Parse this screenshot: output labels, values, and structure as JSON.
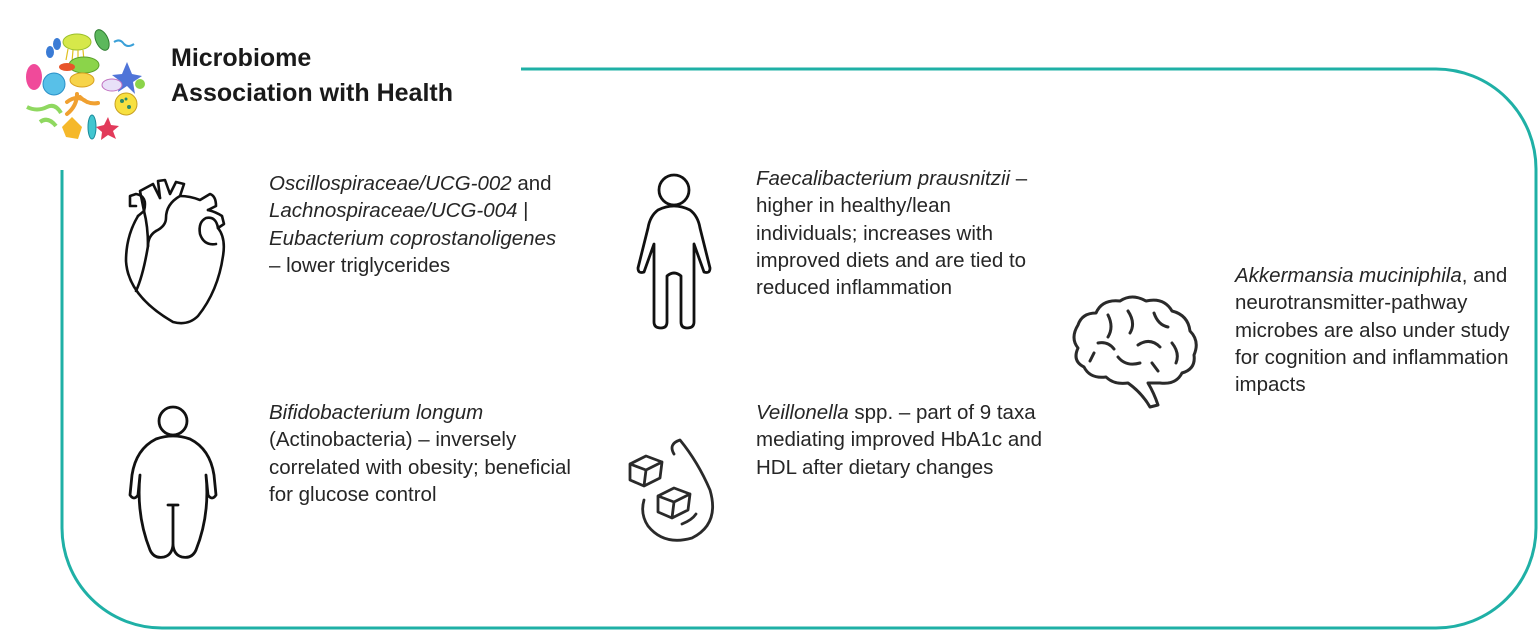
{
  "header": {
    "title_line1": "Microbiome",
    "title_line2": "Association with Health",
    "logo_icon": "microbes-collage-icon"
  },
  "frame": {
    "border_color": "#1fb0a6"
  },
  "items": [
    {
      "icon": "heart-icon",
      "segments": [
        {
          "text": "Oscillospiraceae/UCG-002",
          "italic": true
        },
        {
          "text": " and ",
          "italic": false
        },
        {
          "text": "Lachnospiraceae/UCG-004",
          "italic": true
        },
        {
          "text": " | ",
          "italic": false
        },
        {
          "text": "Eubacterium coprostanoligenes",
          "italic": true
        },
        {
          "text": " – lower triglycerides",
          "italic": false
        }
      ]
    },
    {
      "icon": "person-lean-icon",
      "segments": [
        {
          "text": "Faecalibacterium prausnitzii",
          "italic": true
        },
        {
          "text": " – higher in healthy/lean individuals; increases with improved diets and are tied to reduced inflammation",
          "italic": false
        }
      ]
    },
    {
      "icon": "brain-icon",
      "segments": [
        {
          "text": "Akkermansia muciniphila",
          "italic": true
        },
        {
          "text": ", and neurotransmitter-pathway microbes are also under study for cognition and inflammation impacts",
          "italic": false
        }
      ]
    },
    {
      "icon": "person-obese-icon",
      "segments": [
        {
          "text": "Bifidobacterium longum",
          "italic": true
        },
        {
          "text": " (Actinobacteria) – inversely correlated with obesity; beneficial for glucose control",
          "italic": false
        }
      ]
    },
    {
      "icon": "blood-sugar-drop-icon",
      "segments": [
        {
          "text": "Veillonella",
          "italic": true
        },
        {
          "text": " spp. – part of 9 taxa mediating improved HbA1c and HDL after dietary changes",
          "italic": false
        }
      ]
    }
  ]
}
